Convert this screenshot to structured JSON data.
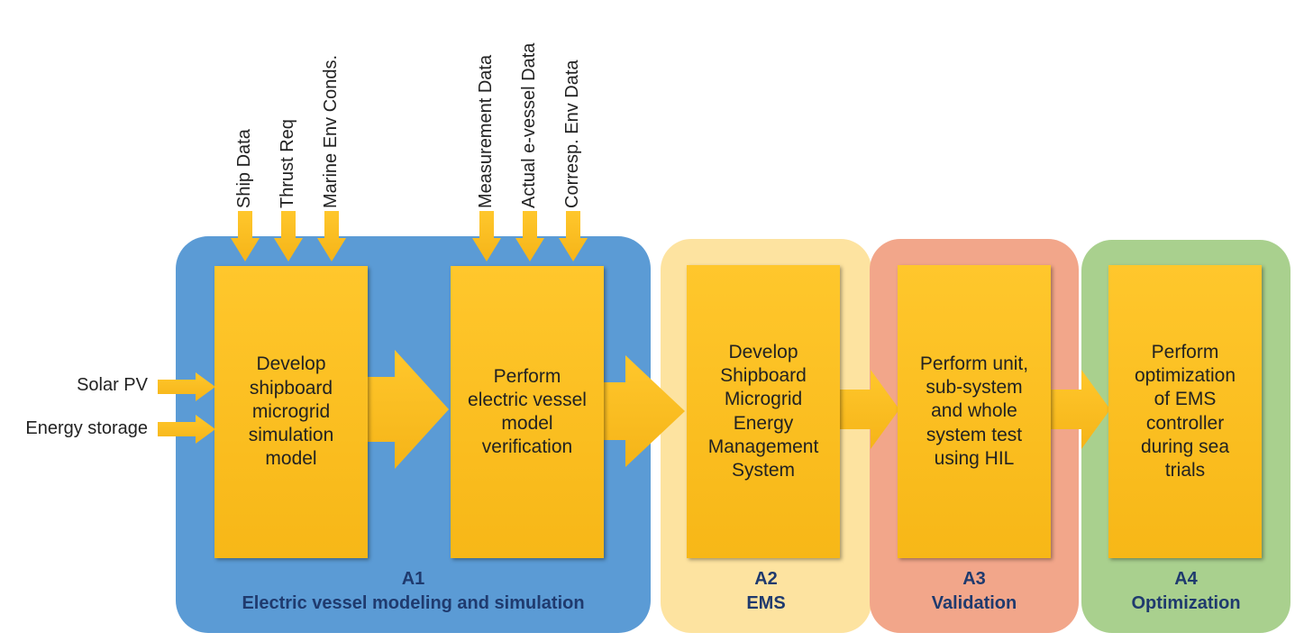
{
  "colors": {
    "a1_panel": "#5b9bd5",
    "a2_panel": "#fde3a0",
    "a3_panel": "#f2a68a",
    "a4_panel": "#a9d08e",
    "box_fill": "#ffc72c",
    "label_text": "#1f3a6e"
  },
  "inputs_top": {
    "model": [
      "Ship Data",
      "Thrust Req",
      "Marine Env Conds."
    ],
    "verify": [
      "Measurement Data",
      "Actual e-vessel Data",
      "Corresp. Env Data"
    ]
  },
  "inputs_left": [
    "Solar PV",
    "Energy storage"
  ],
  "boxes": [
    {
      "lines": [
        "Develop",
        "shipboard",
        "microgrid",
        "simulation",
        "model"
      ]
    },
    {
      "lines": [
        "Perform",
        "electric vessel",
        "model",
        "verification"
      ]
    },
    {
      "lines": [
        "Develop",
        "Shipboard",
        "Microgrid",
        "Energy",
        "Management",
        "System"
      ]
    },
    {
      "lines": [
        "Perform unit,",
        "sub-system",
        "and whole",
        "system test",
        "using HIL"
      ]
    },
    {
      "lines": [
        "Perform",
        "optimization",
        "of EMS",
        "controller",
        "during sea",
        "trials"
      ]
    }
  ],
  "panels": [
    {
      "id": "A1",
      "caption": "Electric vessel modeling and simulation"
    },
    {
      "id": "A2",
      "caption": "EMS"
    },
    {
      "id": "A3",
      "caption": "Validation"
    },
    {
      "id": "A4",
      "caption": "Optimization"
    }
  ]
}
